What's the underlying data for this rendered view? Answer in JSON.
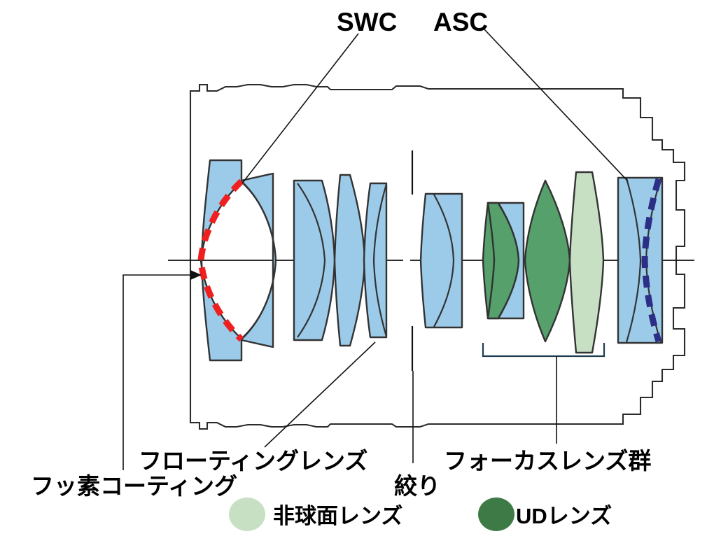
{
  "diagram": {
    "title_hidden": "Lens cross-section construction diagram",
    "callouts": {
      "swc": "SWC",
      "asc": "ASC",
      "floating_lens": "フローティングレンズ",
      "fluorine_coating": "フッ素コーティング",
      "aperture": "絞り",
      "focus_group": "フォーカスレンズ群"
    },
    "legend": [
      {
        "label": "非球面レンズ",
        "color": "#c7e0c4",
        "swatch": "circle-aspherical"
      },
      {
        "label": "UDレンズ",
        "color": "#3d7a46",
        "swatch": "circle-ud"
      }
    ],
    "colors": {
      "glass_blue": "#9ccbea",
      "ud_green": "#55a06b",
      "aspherical_green": "#c7e0c4",
      "swc_coating_red": "#f01f1f",
      "asc_coating_navy": "#2b2f86",
      "outline": "#333333",
      "barrel_stroke": "#2b2b2b",
      "bracket": "#1d3c52"
    },
    "elements": [
      {
        "name": "front-meniscus",
        "type": "glass",
        "color": "glass_blue",
        "coating": "swc_coating_red"
      },
      {
        "name": "second-meniscus",
        "type": "glass",
        "color": "glass_blue"
      },
      {
        "name": "cemented-doublet",
        "type": "glass",
        "color": "glass_blue"
      },
      {
        "name": "biconvex",
        "type": "glass",
        "color": "glass_blue"
      },
      {
        "name": "thin-meniscus-floating",
        "type": "glass",
        "color": "glass_blue"
      },
      {
        "name": "post-aperture-meniscus",
        "type": "glass",
        "color": "glass_blue"
      },
      {
        "name": "ud-cemented-doublet",
        "type": "ud",
        "color": "ud_green"
      },
      {
        "name": "ud-biconvex",
        "type": "ud",
        "color": "ud_green"
      },
      {
        "name": "aspherical-element",
        "type": "aspherical",
        "color": "aspherical_green"
      },
      {
        "name": "rear-element",
        "type": "glass",
        "color": "glass_blue",
        "coating": "asc_coating_navy"
      }
    ]
  }
}
